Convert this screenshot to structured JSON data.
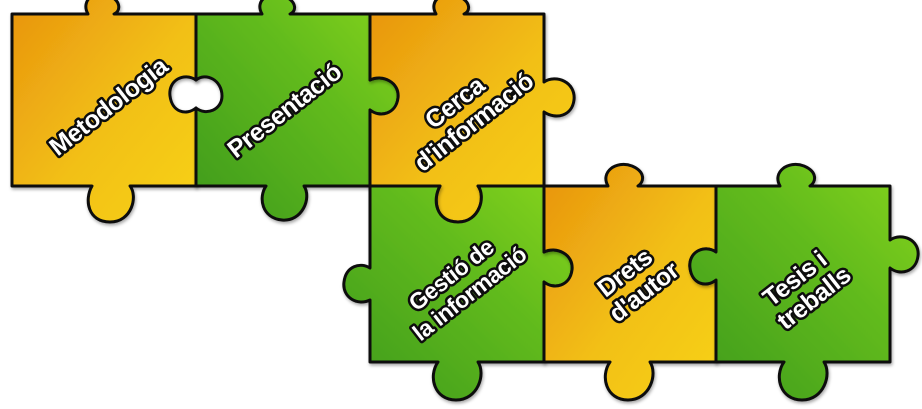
{
  "pieces": [
    {
      "id": "metodologia",
      "lines": [
        "Metodologia"
      ],
      "color": "orange"
    },
    {
      "id": "presentacio",
      "lines": [
        "Presentació"
      ],
      "color": "green"
    },
    {
      "id": "cerca",
      "lines": [
        "Cerca",
        "d'informació"
      ],
      "color": "orange"
    },
    {
      "id": "gestio",
      "lines": [
        "Gestió de",
        "la informació"
      ],
      "color": "green"
    },
    {
      "id": "drets",
      "lines": [
        "Drets",
        "d'autor"
      ],
      "color": "orange"
    },
    {
      "id": "tesis",
      "lines": [
        "Tesis i",
        "treballs"
      ],
      "color": "green"
    }
  ],
  "colors": {
    "orange_light": "#f7d21a",
    "orange_dark": "#e8930e",
    "green_light": "#86d41a",
    "green_dark": "#3e9a1c",
    "outline": "#111111"
  }
}
